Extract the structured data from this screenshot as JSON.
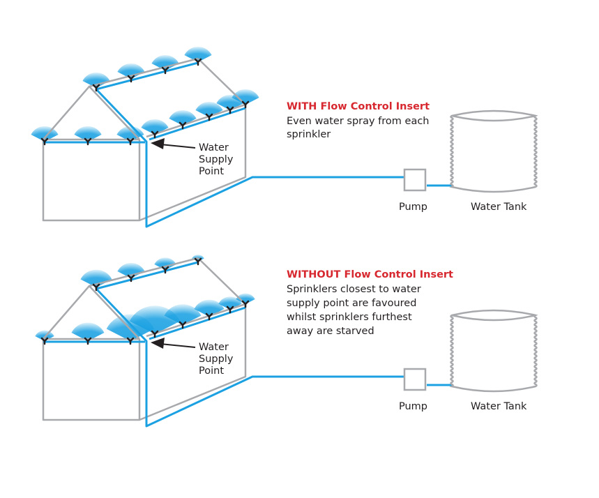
{
  "colors": {
    "pipe": "#1ba1e2",
    "spray": "#1ba1e2",
    "structure": "#a7a9ac",
    "heading": "#d7282f",
    "text": "#231f20"
  },
  "panels": [
    {
      "id": "with",
      "heading": "WITH Flow Control Insert",
      "description_lines": [
        "Even water spray from each",
        "sprinkler"
      ],
      "supply_label_lines": [
        "Water",
        "Supply",
        "Point"
      ],
      "pump_label": "Pump",
      "tank_label": "Water Tank",
      "spray_relative_sizes": {
        "ridge": [
          1,
          1,
          1,
          1
        ],
        "eave_front": [
          1,
          1,
          1
        ],
        "eave_side": [
          1,
          1,
          1,
          1,
          1
        ]
      }
    },
    {
      "id": "without",
      "heading": "WITHOUT Flow Control Insert",
      "description_lines": [
        "Sprinklers closest to water",
        "supply point are favoured",
        "whilst sprinklers furthest",
        "away are starved"
      ],
      "supply_label_lines": [
        "Water",
        "Supply",
        "Point"
      ],
      "pump_label": "Pump",
      "tank_label": "Water Tank",
      "spray_relative_sizes": {
        "ridge": [
          1.15,
          1.0,
          0.8,
          0.45
        ],
        "eave_front": [
          0.7,
          1.2,
          1.75
        ],
        "eave_side": [
          1.85,
          1.35,
          1.1,
          0.85,
          0.7
        ]
      }
    }
  ]
}
